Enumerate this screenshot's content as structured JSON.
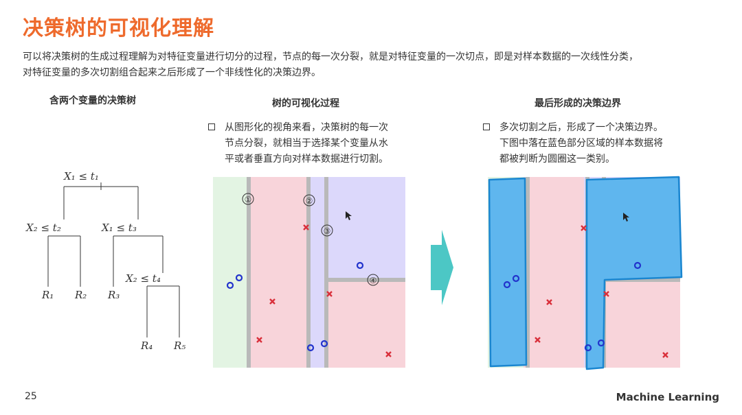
{
  "title": "决策树的可视化理解",
  "intro_line1": "可以将决策树的生成过程理解为对特征变量进行切分的过程，节点的每一次分裂，就是对特征变量的一次切点，即是对样本数据的一次线性分类，",
  "intro_line2": "对特征变量的多次切割组合起来之后形成了一个非线性化的决策边界。",
  "col1_heading": "含两个变量的决策树",
  "col2_heading": "树的可视化过程",
  "col3_heading": "最后形成的决策边界",
  "bullet2": [
    "从图形化的视角来看，决策树的每一次",
    "节点分裂，就相当于选择某个变量从水",
    "平或者垂直方向对样本数据进行切割。"
  ],
  "bullet3": [
    "多次切割之后，形成了一个决策边界。",
    "下图中落在蓝色部分区域的样本数据将",
    "都被判断为圆圈这一类别。"
  ],
  "tree": {
    "root": "X₁ ≤ t₁",
    "left": "X₂ ≤ t₂",
    "right": "X₁ ≤ t₃",
    "right_right": "X₂ ≤ t₄",
    "leaves": [
      "R₁",
      "R₂",
      "R₃",
      "R₄",
      "R₅"
    ]
  },
  "cut_labels": [
    "①",
    "②",
    "③",
    "④"
  ],
  "colors": {
    "green": "#e3f4e3",
    "pink": "#f8d4da",
    "lavender": "#dcd8fb",
    "gray": "#b9b9b9",
    "circle": "#2233cc",
    "cross": "#d92f3a",
    "highlight": "#5fb6ee",
    "teal": "#4cc7c5"
  },
  "page_number": "25",
  "brand": "Machine Learning"
}
